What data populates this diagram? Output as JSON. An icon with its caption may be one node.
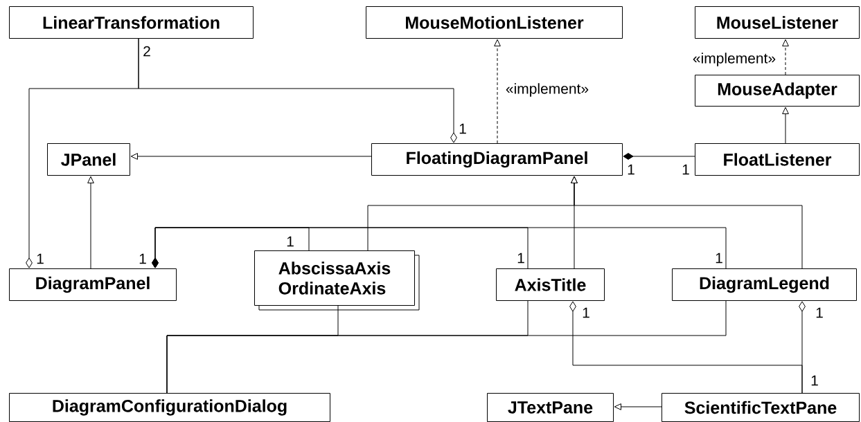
{
  "diagram": {
    "nodes": [
      {
        "text": [
          "LinearTransformation"
        ]
      },
      {
        "text": [
          "MouseMotionListener"
        ]
      },
      {
        "text": [
          "MouseListener"
        ]
      },
      {
        "text": [
          "MouseAdapter"
        ]
      },
      {
        "text": [
          "JPanel"
        ]
      },
      {
        "text": [
          "FloatingDiagramPanel"
        ]
      },
      {
        "text": [
          "FloatListener"
        ]
      },
      {
        "text": [
          "DiagramPanel"
        ]
      },
      {
        "text": [
          "AbscissaAxis",
          "OrdinateAxis"
        ]
      },
      {
        "text": [
          "AxisTitle"
        ]
      },
      {
        "text": [
          "DiagramLegend"
        ]
      },
      {
        "text": [
          "DiagramConfigurationDialog"
        ]
      },
      {
        "text": [
          "JTextPane"
        ]
      },
      {
        "text": [
          "ScientificTextPane"
        ]
      }
    ],
    "edges": [
      {
        "from": 0,
        "to": 5,
        "arrow": "other"
      },
      {
        "from": 0,
        "to": 7,
        "arrow": "other"
      },
      {
        "from": 5,
        "to": 1,
        "arrow": "to",
        "style": "dashed",
        "label": "«implement»"
      },
      {
        "from": 3,
        "to": 2,
        "arrow": "to",
        "style": "dashed",
        "label": "«implement»"
      },
      {
        "from": 6,
        "to": 3,
        "arrow": "to"
      },
      {
        "from": 5,
        "to": 4,
        "arrow": "to"
      },
      {
        "from": 7,
        "to": 4,
        "arrow": "to"
      },
      {
        "from": 6,
        "to": 5,
        "arrow": "other"
      },
      {
        "from": 8,
        "to": 5,
        "arrow": "to"
      },
      {
        "from": 9,
        "to": 5,
        "arrow": "to"
      },
      {
        "from": 10,
        "to": 5,
        "arrow": "to"
      },
      {
        "from": 8,
        "to": 7,
        "arrow": "other"
      },
      {
        "from": 9,
        "to": 7,
        "arrow": "other"
      },
      {
        "from": 10,
        "to": 7,
        "arrow": "other"
      },
      {
        "from": 11,
        "to": 8,
        "arrow": "none"
      },
      {
        "from": 11,
        "to": 9,
        "arrow": "none"
      },
      {
        "from": 11,
        "to": 10,
        "arrow": "none"
      },
      {
        "from": 13,
        "to": 10,
        "arrow": "other"
      },
      {
        "from": 13,
        "to": 9,
        "arrow": "other"
      },
      {
        "from": 13,
        "to": 12,
        "arrow": "to"
      }
    ],
    "labels": [
      "2",
      "1",
      "1",
      "1",
      "1",
      "1",
      "1",
      "1",
      "1",
      "1",
      "1",
      "1"
    ]
  }
}
